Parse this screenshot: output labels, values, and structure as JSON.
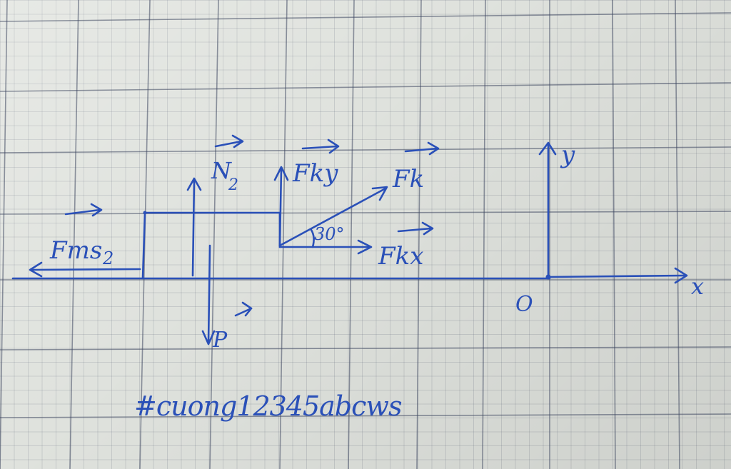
{
  "diagram": {
    "labels": {
      "friction": "Fms",
      "friction_sub": "2",
      "normal": "N",
      "normal_sub": "2",
      "weight": "P",
      "force_y": "Fky",
      "force": "Fk",
      "force_x": "Fkx",
      "angle": "30°",
      "axis_y": "y",
      "axis_x": "x",
      "origin": "O"
    },
    "caption": "#cuong12345abcws"
  },
  "colors": {
    "ink": "#2a50b8",
    "paper": "#dfe2dd"
  }
}
